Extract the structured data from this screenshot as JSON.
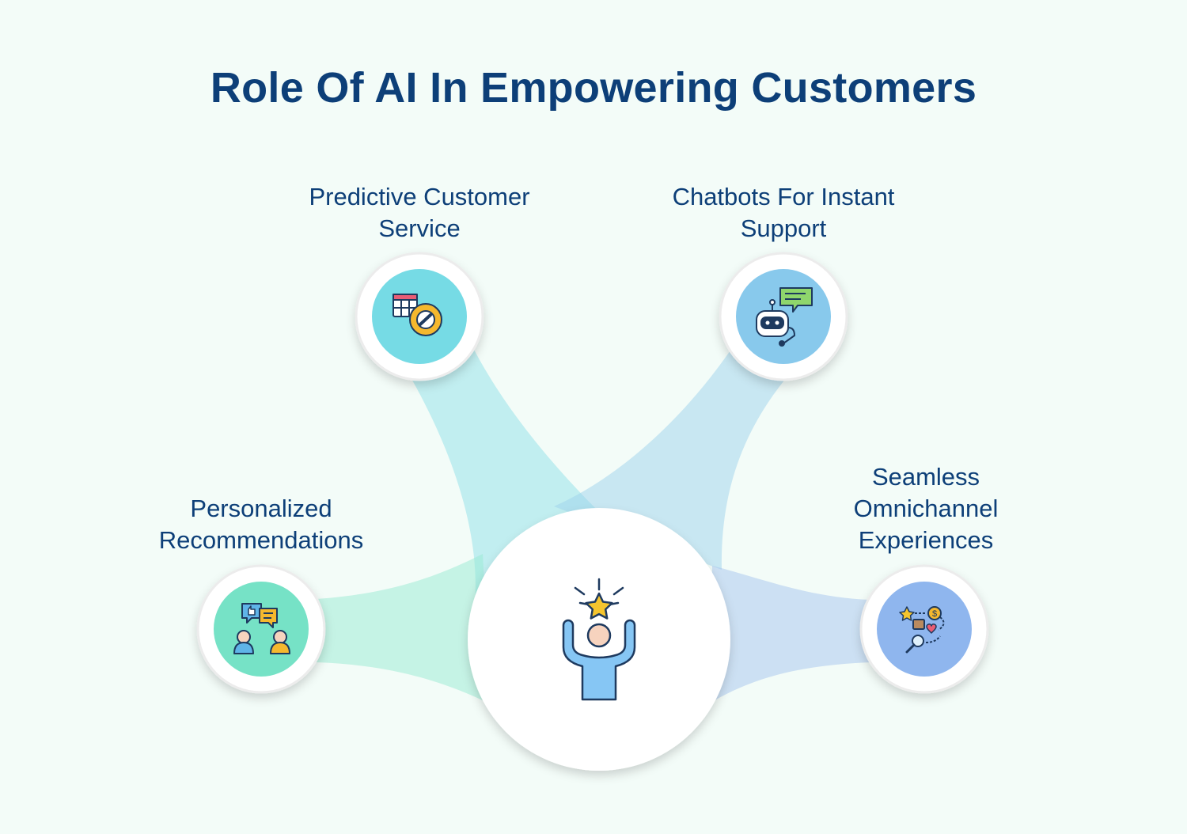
{
  "title": "Role Of AI In Empowering Customers",
  "center": {
    "icon": "celebrating-person-with-star-icon"
  },
  "nodes": [
    {
      "id": "predictive",
      "line1": "Predictive Customer",
      "line2": "Service",
      "icon": "calendar-gear-wrench-icon",
      "color": "#76dbe5",
      "band": "#8fe0e8"
    },
    {
      "id": "chatbots",
      "line1": "Chatbots For Instant",
      "line2": "Support",
      "icon": "chatbot-robot-icon",
      "color": "#88c9ec",
      "band": "#9dd2ec"
    },
    {
      "id": "personalized",
      "line1": "Personalized",
      "line2": "Recommendations",
      "icon": "people-chat-thumbs-up-icon",
      "color": "#76e2c6",
      "band": "#98ead2"
    },
    {
      "id": "seamless",
      "line1": "Seamless",
      "line2": "Omnichannel",
      "line3": "Experiences",
      "icon": "shopping-journey-icon",
      "color": "#8fb6ee",
      "band": "#a6c3ee"
    }
  ],
  "colors": {
    "title": "#0d3f78",
    "background": "#f3fcf8",
    "outline": "#1e3a5f"
  }
}
